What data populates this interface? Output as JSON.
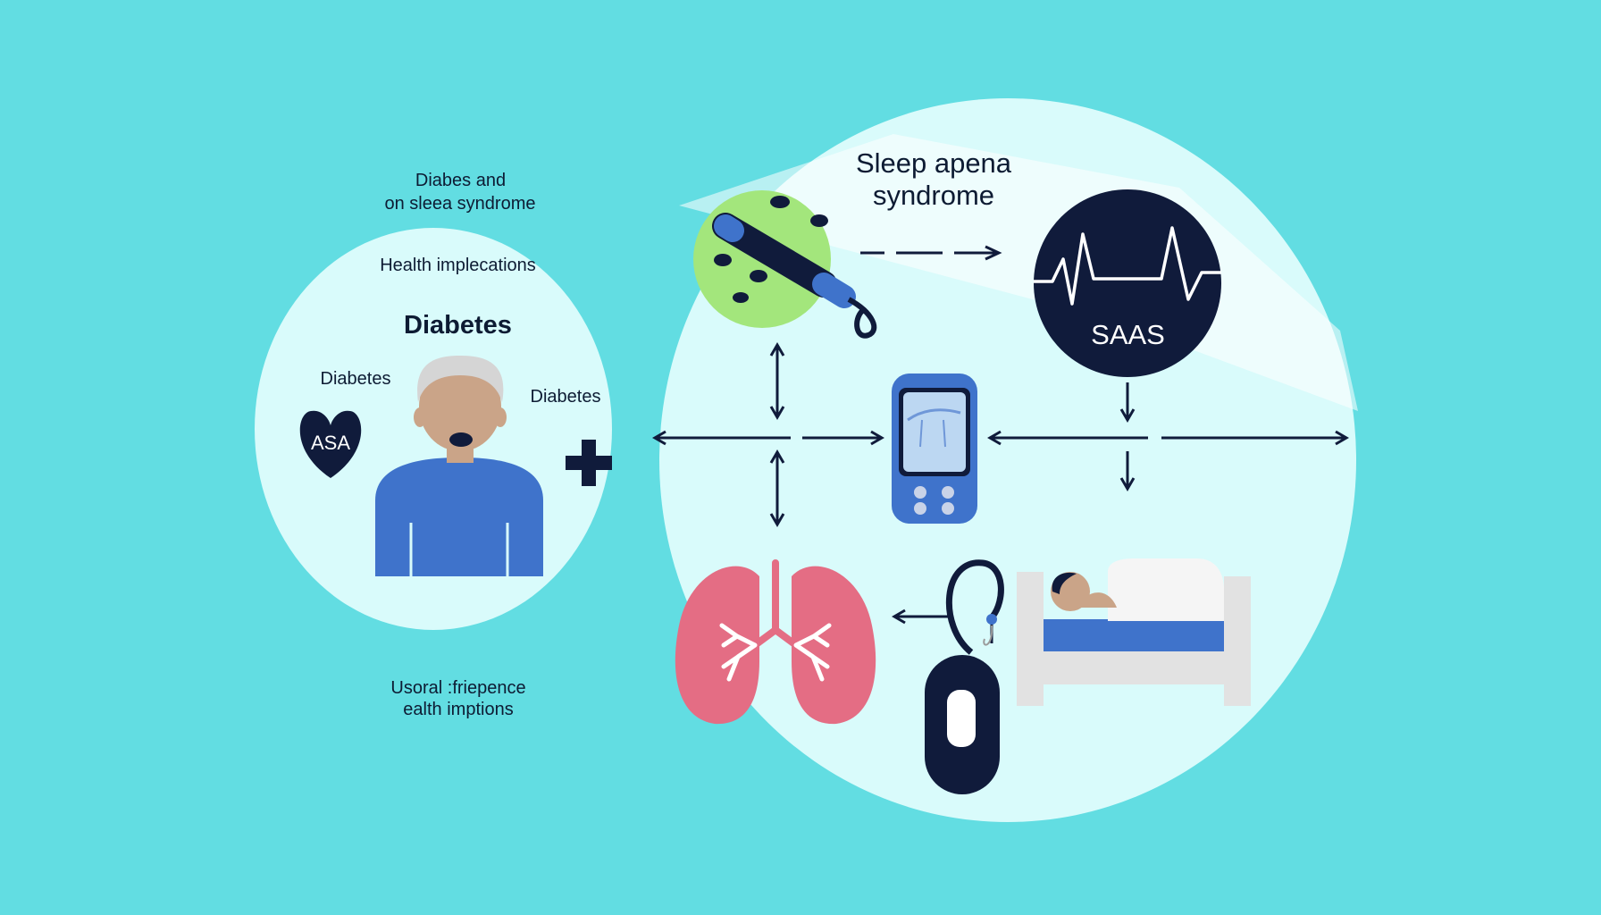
{
  "colors": {
    "background": "#62dde2",
    "bubble_fill": "#d9fbfb",
    "navy": "#101b3b",
    "blue": "#3f73cb",
    "green": "#a3e67c",
    "lung_pink": "#e46d84",
    "bed_grey": "#e2e2e2"
  },
  "labels": {
    "top_left_line1": "Diabes and",
    "top_left_line2": "on sleea syndrome",
    "health_implications": "Health implecations",
    "diabetes_heading": "Diabetes",
    "diabetes_left": "Diabetes",
    "diabetes_right": "Diabetes",
    "heart_badge": "ASA",
    "bottom_left_line1": "Usoral :friepence",
    "bottom_left_line2": "ealth imptions",
    "sleep_title_line1": "Sleep apena",
    "sleep_title_line2": "syndrome",
    "saas_badge": "SAAS"
  },
  "icons": [
    "heart-icon",
    "person-icon",
    "plus-icon",
    "insulin-pen-icon",
    "heartbeat-monitor-icon",
    "glucose-meter-icon",
    "lungs-icon",
    "cpap-mask-icon",
    "sleeping-person-bed-icon"
  ]
}
